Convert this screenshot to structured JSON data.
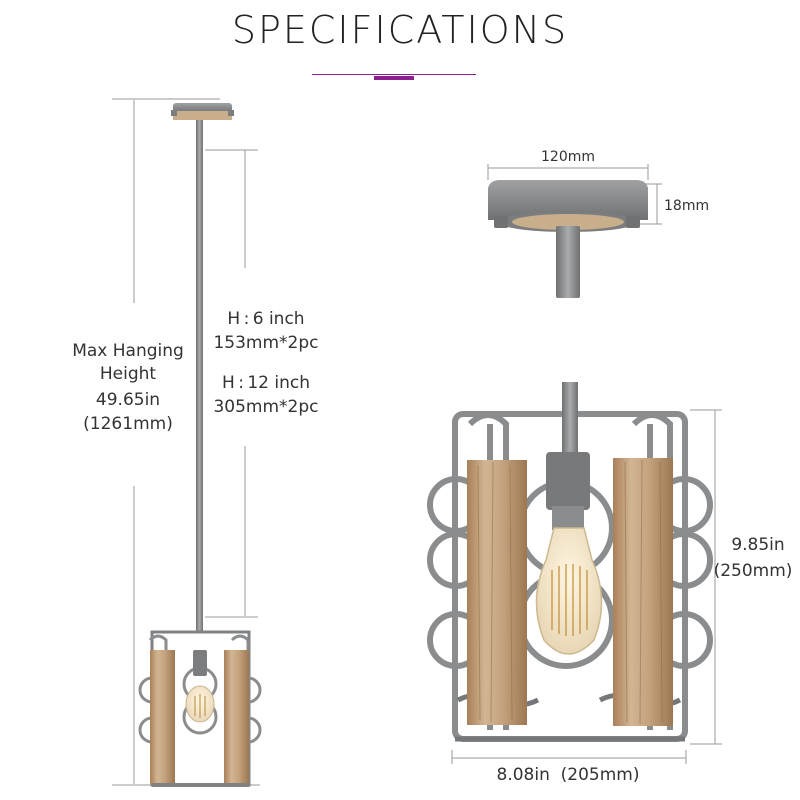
{
  "page": {
    "title": "SPECIFICATIONS",
    "accent_color": "#8e1f8e",
    "rule_color": "#8e1f8e"
  },
  "left_fixture": {
    "max_hanging_label": "Max Hanging",
    "height_label": "Height",
    "max_hanging_in": "49.65in",
    "max_hanging_mm": "(1261mm)",
    "rod_short_label": "H : 6 inch",
    "rod_short_mm": "153mm*2pc",
    "rod_long_label": "H : 12 inch",
    "rod_long_mm": "305mm*2pc"
  },
  "canopy": {
    "diameter": "120mm",
    "height": "18mm"
  },
  "shade": {
    "height_in": "9.85in",
    "height_mm": "(250mm)",
    "width_label": "8.08in  (205mm)"
  },
  "colors": {
    "metal": "#8a8c8e",
    "metal_dark": "#6d6f71",
    "metal_light": "#b4b6b8",
    "wood": "#c9a680",
    "wood_dark": "#a47e58",
    "dim_line": "#9a9a9a"
  }
}
